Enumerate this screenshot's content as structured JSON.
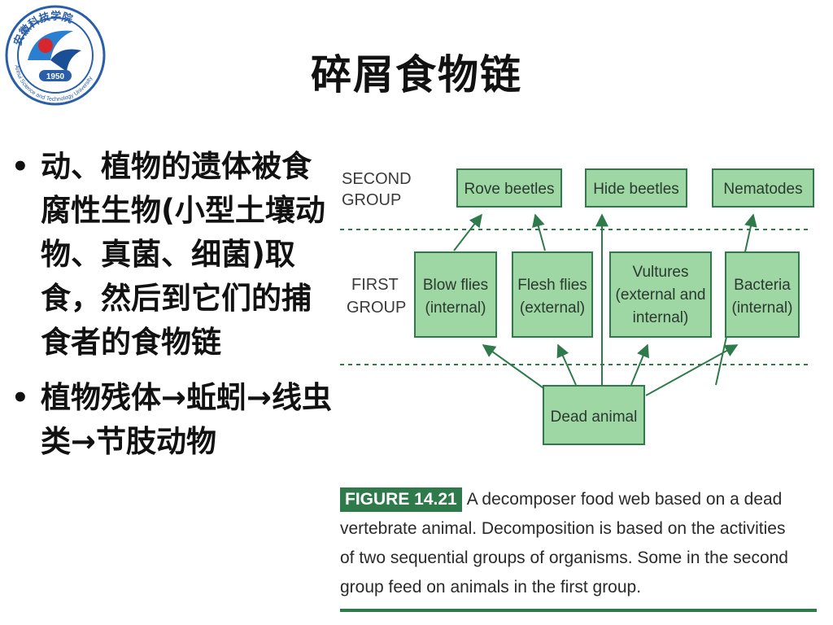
{
  "logo": {
    "ring_text": "安徽科技学院",
    "ring_text_en": "Anhui Science and Technology University",
    "year": "1950"
  },
  "title": "碎屑食物链",
  "bullets": [
    "动、植物的遗体被食腐性生物(小型土壤动物、真菌、细菌)取食，然后到它们的捕食者的食物链",
    "植物残体→蚯蚓→线虫类→节肢动物"
  ],
  "bullet_symbol": "•",
  "figure": {
    "groups": {
      "second": [
        "SECOND",
        "GROUP"
      ],
      "first": [
        "FIRST",
        "GROUP"
      ]
    },
    "second_group": [
      "Rove beetles",
      "Hide beetles",
      "Nematodes"
    ],
    "first_group": [
      [
        "Blow flies",
        "(internal)"
      ],
      [
        "Flesh flies",
        "(external)"
      ],
      [
        "Vultures",
        "(external and",
        "internal)"
      ],
      [
        "Bacteria",
        "(internal)"
      ]
    ],
    "source": "Dead animal",
    "caption_label": "FIGURE 14.21",
    "caption_text": "A decomposer food web based on a dead vertebrate animal. Decomposition is based on the activities of two sequential groups of organisms. Some in the second group feed on animals in the first group.",
    "colors": {
      "box_fill": "#9ed6a4",
      "box_stroke": "#2f7a4a",
      "label_bg": "#2f7a4a"
    }
  }
}
